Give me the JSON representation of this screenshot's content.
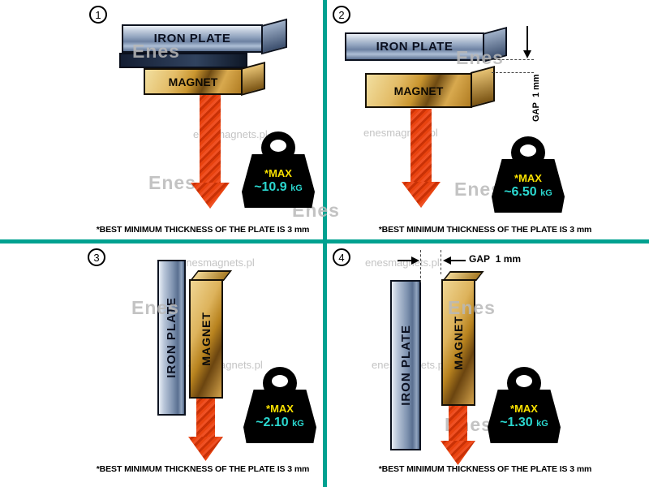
{
  "colors": {
    "divider_teal": "#00a190",
    "max_yellow": "#f8e000",
    "value_cyan": "#2bd7cf",
    "arrow_red": "#e8430f",
    "plate_blue": "#8fa2bd",
    "magnet_gold": "#d3a24a",
    "watermark_gray": "#c4c4c4"
  },
  "watermark": {
    "site": "enesmagnets.pl",
    "logo": "Enes"
  },
  "caption": {
    "text": "*BEST MINIMUM THICKNESS OF THE PLATE IS",
    "bold": "3 mm"
  },
  "panels": [
    {
      "number": "1",
      "plate": "IRON PLATE",
      "magnet": "MAGNET",
      "max": "*MAX",
      "value": "~10.9",
      "unit": "kG"
    },
    {
      "number": "2",
      "plate": "IRON PLATE",
      "magnet": "MAGNET",
      "max": "*MAX",
      "value": "~6.50",
      "unit": "kG",
      "gap": "GAP",
      "gap_value": "1 mm"
    },
    {
      "number": "3",
      "plate": "IRON PLATE",
      "magnet": "MAGNET",
      "max": "*MAX",
      "value": "~2.10",
      "unit": "kG"
    },
    {
      "number": "4",
      "plate": "IRON PLATE",
      "magnet": "MAGNET",
      "max": "*MAX",
      "value": "~1.30",
      "unit": "kG",
      "gap": "GAP",
      "gap_value": "1 mm"
    }
  ]
}
